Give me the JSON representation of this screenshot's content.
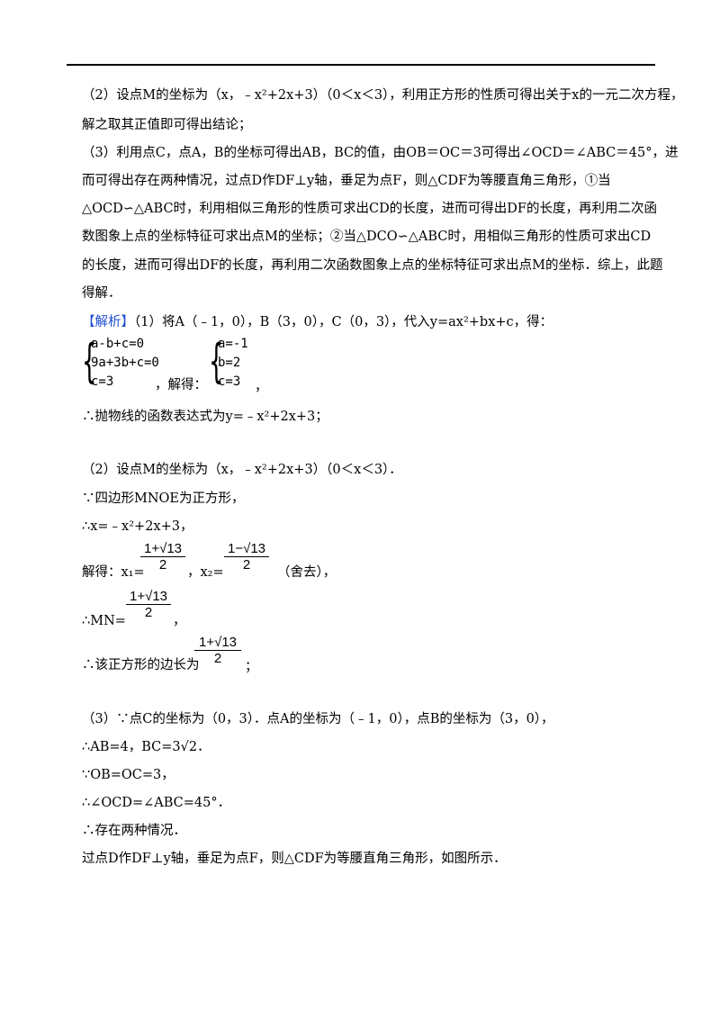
{
  "analysis": {
    "p2_line1": "（2）设点M的坐标为（x，﹣x²+2x+3）（0＜x＜3），利用正方形的性质可得出关于x的一元二次方程，",
    "p2_line2": "解之取其正值即可得出结论；",
    "p3_line1": "（3）利用点C，点A，B的坐标可得出AB，BC的值，由OB＝OC＝3可得出∠OCD＝∠ABC＝45°，进",
    "p3_line2": "而可得出存在两种情况，过点D作DF⊥y轴，垂足为点F，则△CDF为等腰直角三角形，①当",
    "p3_line3": "△OCD∽△ABC时，利用相似三角形的性质可求出CD的长度，进而可得出DF的长度，再利用二次函",
    "p3_line4": "数图象上点的坐标特征可求出点M的坐标；②当△DCO∽△ABC时，用相似三角形的性质可求出CD",
    "p3_line5": "的长度，进而可得出DF的长度，再利用二次函数图象上点的坐标特征可求出点M的坐标．综上，此题",
    "p3_line6": "得解．"
  },
  "solution": {
    "tag": "【解析】",
    "s1_text": "（1）将A（﹣1，0），B（3，0），C（0，3），代入y=ax²+bx+c，得：",
    "sys1": [
      "a-b+c=0",
      "9a+3b+c=0",
      "c=3"
    ],
    "solve_word": "，解得：",
    "sys2": [
      "a=-1",
      "b=2",
      "c=3"
    ],
    "comma": "，",
    "s1_result": "∴抛物线的函数表达式为y=﹣x²+2x+3；",
    "s2_l1": "（2）设点M的坐标为（x，﹣x²+2x+3）（0＜x＜3）．",
    "s2_l2": "∵四边形MNOE为正方形，",
    "s2_l3": "∴x=﹣x²+2x+3，",
    "s2_l4a": "解得：x₁=",
    "s2_l4b": "，x₂=",
    "s2_l4c": "（舍去），",
    "frac_pos_num": "1+√13",
    "frac_neg_num": "1−√13",
    "frac_den": "2",
    "s2_l5": "∴MN=",
    "s2_l5end": "，",
    "s2_l6": "∴该正方形的边长为",
    "s2_l6end": "；",
    "s3_l1": "（3）∵点C的坐标为（0，3）．点A的坐标为（﹣1，0），点B的坐标为（3，0），",
    "s3_l2": "∴AB=4，BC=3√2．",
    "s3_l3": "∵OB=OC=3，",
    "s3_l4": "∴∠OCD=∠ABC=45°．",
    "s3_l5": "∴存在两种情况．",
    "s3_l6": "过点D作DF⊥y轴，垂足为点F，则△CDF为等腰直角三角形，如图所示．"
  }
}
